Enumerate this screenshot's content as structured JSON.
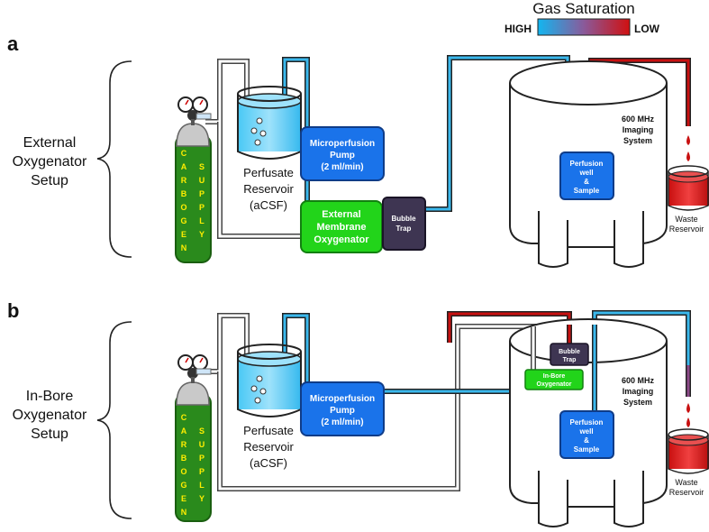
{
  "legend": {
    "title": "Gas Saturation",
    "high": "HIGH",
    "low": "LOW",
    "high_color": "#12b6f0",
    "low_color": "#d01010"
  },
  "panels": [
    {
      "letter": "a",
      "setup": [
        "External",
        "Oxygenator",
        "Setup"
      ],
      "tank_text": [
        "C",
        "A",
        "R",
        "B",
        "O",
        "G",
        "E",
        "N"
      ],
      "tank_text2": [
        "S",
        "U",
        "P",
        "P",
        "L",
        "Y"
      ],
      "reservoir": [
        "Perfusate",
        "Reservoir",
        "(aCSF)"
      ],
      "pump": [
        "Microperfusion",
        "Pump",
        "(2 ml/min)"
      ],
      "oxygenator": [
        "External",
        "Membrane",
        "Oxygenator"
      ],
      "bubble": [
        "Bubble",
        "Trap"
      ],
      "imaging": [
        "600 MHz",
        "Imaging",
        "System"
      ],
      "well": [
        "Perfusion",
        "well",
        "&",
        "Sample"
      ],
      "waste": [
        "Waste",
        "Reservoir"
      ]
    },
    {
      "letter": "b",
      "setup": [
        "In-Bore",
        "Oxygenator",
        "Setup"
      ],
      "tank_text": [
        "C",
        "A",
        "R",
        "B",
        "O",
        "G",
        "E",
        "N"
      ],
      "tank_text2": [
        "S",
        "U",
        "P",
        "P",
        "L",
        "Y"
      ],
      "reservoir": [
        "Perfusate",
        "Reservoir",
        "(aCSF)"
      ],
      "pump": [
        "Microperfusion",
        "Pump",
        "(2 ml/min)"
      ],
      "oxygenator": [
        "In-Bore",
        "Oxygenator"
      ],
      "bubble": [
        "Bubble",
        "Trap"
      ],
      "imaging": [
        "600 MHz",
        "Imaging",
        "System"
      ],
      "well": [
        "Perfusion",
        "well",
        "&",
        "Sample"
      ],
      "waste": [
        "Waste",
        "Reservoir"
      ]
    }
  ]
}
